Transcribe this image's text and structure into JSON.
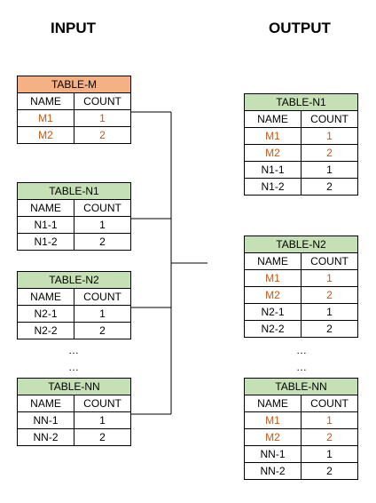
{
  "headings": {
    "input": "INPUT",
    "output": "OUTPUT"
  },
  "colors": {
    "table_m_header": "#f4b183",
    "table_n_header": "#c5e0b4",
    "highlight_text": "#c55a11"
  },
  "columns": {
    "name": "NAME",
    "count": "COUNT"
  },
  "input": {
    "table_m": {
      "title": "TABLE-M",
      "rows": [
        {
          "name": "M1",
          "count": "1"
        },
        {
          "name": "M2",
          "count": "2"
        }
      ]
    },
    "table_n1": {
      "title": "TABLE-N1",
      "rows": [
        {
          "name": "N1-1",
          "count": "1"
        },
        {
          "name": "N1-2",
          "count": "2"
        }
      ]
    },
    "table_n2": {
      "title": "TABLE-N2",
      "rows": [
        {
          "name": "N2-1",
          "count": "1"
        },
        {
          "name": "N2-2",
          "count": "2"
        }
      ]
    },
    "table_nn": {
      "title": "TABLE-NN",
      "rows": [
        {
          "name": "NN-1",
          "count": "1"
        },
        {
          "name": "NN-2",
          "count": "2"
        }
      ]
    },
    "ellipsis": [
      "…",
      "…"
    ]
  },
  "output": {
    "table_n1": {
      "title": "TABLE-N1",
      "rows": [
        {
          "name": "M1",
          "count": "1"
        },
        {
          "name": "M2",
          "count": "2"
        },
        {
          "name": "N1-1",
          "count": "1"
        },
        {
          "name": "N1-2",
          "count": "2"
        }
      ]
    },
    "table_n2": {
      "title": "TABLE-N2",
      "rows": [
        {
          "name": "M1",
          "count": "1"
        },
        {
          "name": "M2",
          "count": "2"
        },
        {
          "name": "N2-1",
          "count": "1"
        },
        {
          "name": "N2-2",
          "count": "2"
        }
      ]
    },
    "table_nn": {
      "title": "TABLE-NN",
      "rows": [
        {
          "name": "M1",
          "count": "1"
        },
        {
          "name": "M2",
          "count": "2"
        },
        {
          "name": "NN-1",
          "count": "1"
        },
        {
          "name": "NN-2",
          "count": "2"
        }
      ]
    },
    "ellipsis": [
      "…",
      "…"
    ]
  }
}
